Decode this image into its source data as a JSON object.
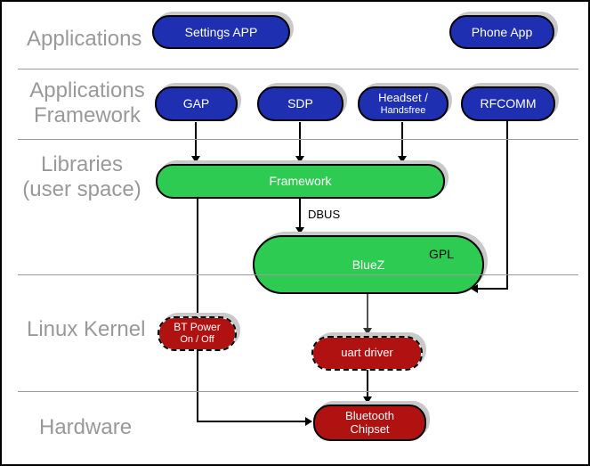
{
  "diagram": {
    "layer_labels": {
      "applications": "Applications",
      "app_framework_line1": "Applications",
      "app_framework_line2": "Framework",
      "libraries_line1": "Libraries",
      "libraries_line2": "(user space)",
      "linux_kernel": "Linux Kernel",
      "hardware": "Hardware"
    },
    "nodes": {
      "settings_app": {
        "label": "Settings APP"
      },
      "phone_app": {
        "label": "Phone App"
      },
      "gap": {
        "label": "GAP"
      },
      "sdp": {
        "label": "SDP"
      },
      "headset": {
        "line1": "Headset /",
        "line2": "Handsfree"
      },
      "rfcomm": {
        "label": "RFCOMM"
      },
      "framework": {
        "label": "Framework"
      },
      "bluez": {
        "label": "BlueZ",
        "badge": "GPL"
      },
      "bt_power": {
        "line1": "BT Power",
        "line2": "On / Off"
      },
      "uart_driver": {
        "label": "uart driver"
      },
      "bluetooth_chipset": {
        "line1": "Bluetooth",
        "line2": "Chipset"
      }
    },
    "edge_labels": {
      "dbus": "DBUS"
    },
    "colors": {
      "application_blue": "#1e2fb2",
      "library_green": "#2ecb53",
      "kernel_red": "#b01111",
      "layer_label_gray": "#999999",
      "divider_gray": "#9a9a9a",
      "shadow_gray": "#c9c9c9"
    }
  }
}
